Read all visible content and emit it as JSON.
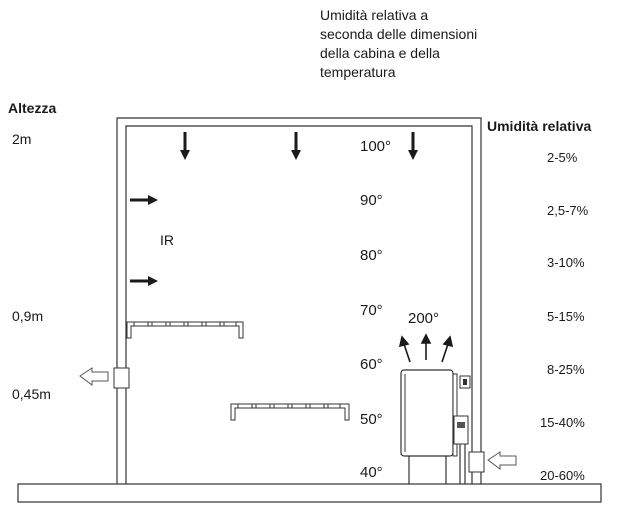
{
  "caption": "Umidità relativa a seconda delle dimensioni della cabina e della temperatura",
  "height_axis": {
    "title": "Altezza",
    "labels": [
      "2m",
      "0,9m",
      "0,45m"
    ]
  },
  "humidity_axis": {
    "title": "Umidità relativa",
    "values": [
      "2-5%",
      "2,5-7%",
      "3-10%",
      "5-15%",
      "8-25%",
      "15-40%",
      "20-60%"
    ]
  },
  "temperatures": [
    "100°",
    "90°",
    "80°",
    "70°",
    "60°",
    "50°",
    "40°"
  ],
  "heater_temperature": "200°",
  "ir_label": "IR",
  "icons": [
    "down-arrow-icon",
    "right-arrow-icon",
    "up-arrow-icon",
    "outline-arrow-left-icon",
    "outline-arrow-left-icon"
  ],
  "colors": {
    "line": "#333333",
    "arrow": "#1a1a1a"
  }
}
